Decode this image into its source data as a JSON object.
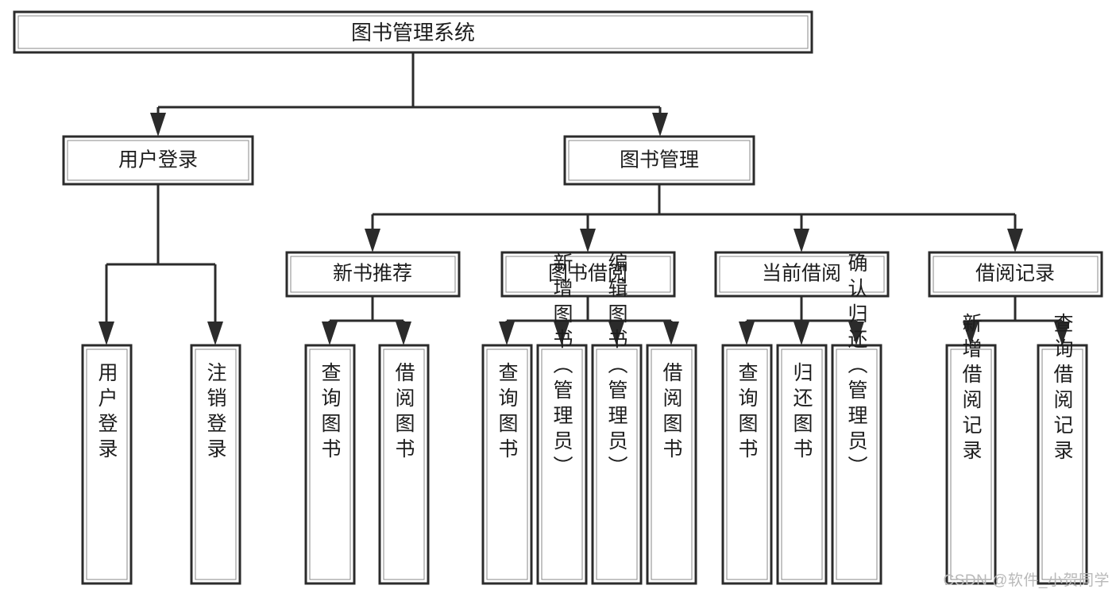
{
  "diagram": {
    "type": "tree-hierarchy",
    "title": "图书管理系统",
    "watermark": "CSDN @软件_小贺同学",
    "colors": {
      "box_stroke": "#2b2b2b",
      "box_fill": "#ffffff",
      "connector": "#2b2b2b",
      "text": "#1d1d1d",
      "watermark": "#b9b9b9",
      "background": "#ffffff"
    },
    "root": {
      "label": "图书管理系统"
    },
    "level2": [
      {
        "label": "用户登录"
      },
      {
        "label": "图书管理"
      }
    ],
    "level3": [
      {
        "label": "新书推荐"
      },
      {
        "label": "图书借阅"
      },
      {
        "label": "当前借阅"
      },
      {
        "label": "借阅记录"
      }
    ],
    "leaves": {
      "user_login": [
        {
          "label": "用户登录"
        },
        {
          "label": "注销登录"
        }
      ],
      "new_book_recommend": [
        {
          "label": "查询图书"
        },
        {
          "label": "借阅图书"
        }
      ],
      "book_borrow": [
        {
          "label": "查询图书"
        },
        {
          "label": "新增图书（管理员）"
        },
        {
          "label": "编辑图书（管理员）"
        },
        {
          "label": "借阅图书"
        }
      ],
      "current_borrow": [
        {
          "label": "查询图书"
        },
        {
          "label": "归还图书"
        },
        {
          "label": "确认归还（管理员）"
        }
      ],
      "borrow_record": [
        {
          "label": "新增借阅记录"
        },
        {
          "label": "查询借阅记录"
        }
      ]
    }
  }
}
